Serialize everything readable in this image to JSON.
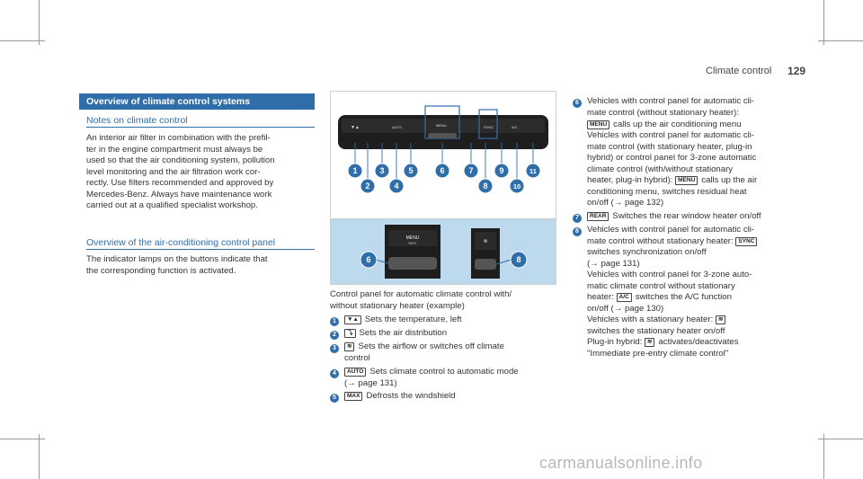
{
  "header": {
    "title": "Climate control",
    "page": "129"
  },
  "left": {
    "section_title": "Overview of climate control systems",
    "sub1": "Notes on climate control",
    "para1": [
      "An interior air filter in combination with the prefil-",
      "ter in the engine compartment must always be",
      "used so that the air conditioning system, pollution",
      "level monitoring and the air filtration work cor-",
      "rectly. Use filters recommended and approved by",
      "Mercedes-Benz. Always have maintenance work",
      "carried out at a qualified specialist workshop."
    ],
    "sub2": "Overview of the air-conditioning control panel",
    "para2": [
      "The indicator lamps on the buttons indicate that",
      "the corresponding function is activated."
    ]
  },
  "figure": {
    "panel_labels": [
      "AUTO",
      "MENU",
      "SYNC",
      "A/C"
    ],
    "callouts_top": [
      "1",
      "2",
      "3",
      "4",
      "5",
      "6",
      "7",
      "8",
      "9",
      "10",
      "11"
    ],
    "menu_label": "MENU",
    "menu_sub": "REST",
    "callouts_bottom": [
      "6",
      "8"
    ]
  },
  "middle": {
    "caption": [
      "Control panel for automatic climate control with/",
      "without stationary heater (example)"
    ],
    "items": [
      {
        "num": "1",
        "icon": "▼▲",
        "text": "Sets the temperature, left"
      },
      {
        "num": "2",
        "icon": "⤵",
        "text": "Sets the air distribution"
      },
      {
        "num": "3",
        "icon": "≋",
        "text": "Sets the airflow or switches off climate",
        "cont": "control"
      },
      {
        "num": "4",
        "icon": "AUTO",
        "text": "Sets climate control to automatic mode",
        "cont": "(→ page 131)"
      },
      {
        "num": "5",
        "icon": "MAX",
        "text": "Defrosts the windshield"
      }
    ]
  },
  "right": {
    "item6": {
      "num": "6",
      "lines": [
        "Vehicles with control panel for automatic cli-",
        "mate control (without stationary heater):"
      ],
      "icon": "MENU",
      "icon_text": "calls up the air conditioning menu",
      "more": [
        "Vehicles with control panel for automatic cli-",
        "mate control (with stationary heater, plug-in",
        "hybrid) or control panel for 3-zone automatic",
        "climate control (with/without stationary"
      ],
      "icon2_pre": "heater, plug-in hybrid):",
      "icon2": "MENU",
      "icon2_text": "calls up the air",
      "more2": [
        "conditioning menu, switches residual heat",
        "on/off (→ page 132)"
      ]
    },
    "item7": {
      "num": "7",
      "icon": "REAR",
      "text": "Switches the rear window heater on/off"
    },
    "item8": {
      "num": "8",
      "lines": [
        "Vehicles with control panel for automatic cli-"
      ],
      "pre_icon": "mate control without stationary heater:",
      "icon": "SYNC",
      "more": [
        "switches synchronization on/off",
        "(→ page 131)",
        "Vehicles with control panel for 3-zone auto-",
        "matic climate control without stationary"
      ],
      "ac_pre": "heater:",
      "ac_icon": "A/C",
      "ac_text": "switches the A/C function",
      "ac_more": "on/off (→ page 130)",
      "st_pre": "Vehicles with a stationary heater:",
      "st_icon": "≋",
      "st_more": "switches the stationary heater on/off",
      "ph_pre": "Plug-in hybrid:",
      "ph_icon": "≋",
      "ph_text": "activates/deactivates",
      "ph_more": "\"Immediate pre-entry climate control\""
    }
  },
  "watermark": "carmanualsonline.info"
}
